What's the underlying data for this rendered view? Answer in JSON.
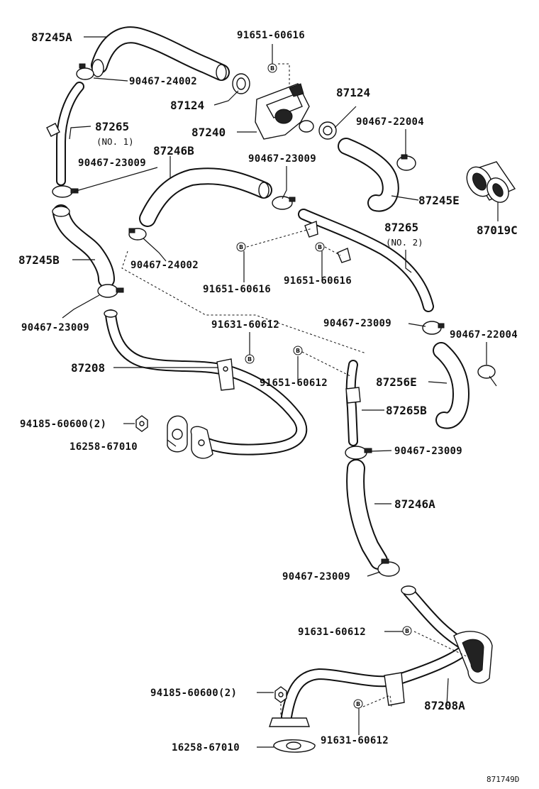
{
  "diagram_id": "871749D",
  "ref_mark": "B",
  "labels": {
    "p87245A": "87245A",
    "p91651_60616_top": "91651-60616",
    "p90467_24002_top": "90467-24002",
    "p87124_left": "87124",
    "p87124_right": "87124",
    "p87265_no1": "87265",
    "no1": "(NO. 1)",
    "p87240": "87240",
    "p90467_22004_top": "90467-22004",
    "p87246B": "87246B",
    "p90467_23009_a": "90467-23009",
    "p90467_23009_b": "90467-23009",
    "p87245E": "87245E",
    "p87019C": "87019C",
    "p87265_no2": "87265",
    "no2": "(NO. 2)",
    "p87245B": "87245B",
    "p90467_24002_mid": "90467-24002",
    "p91651_60616_mid_a": "91651-60616",
    "p91651_60616_mid_b": "91651-60616",
    "p90467_23009_c": "90467-23009",
    "p91631_60612_a": "91631-60612",
    "p90467_23009_d": "90467-23009",
    "p90467_22004_right": "90467-22004",
    "p87208": "87208",
    "p91651_60612": "91651-60612",
    "p87256E": "87256E",
    "p87265B": "87265B",
    "p94185_60600_a": "94185-60600(2)",
    "p16258_67010_a": "16258-67010",
    "p90467_23009_e": "90467-23009",
    "p87246A": "87246A",
    "p90467_23009_f": "90467-23009",
    "p91631_60612_b": "91631-60612",
    "p94185_60600_b": "94185-60600(2)",
    "p87208A": "87208A",
    "p91631_60612_c": "91631-60612",
    "p16258_67010_b": "16258-67010"
  }
}
